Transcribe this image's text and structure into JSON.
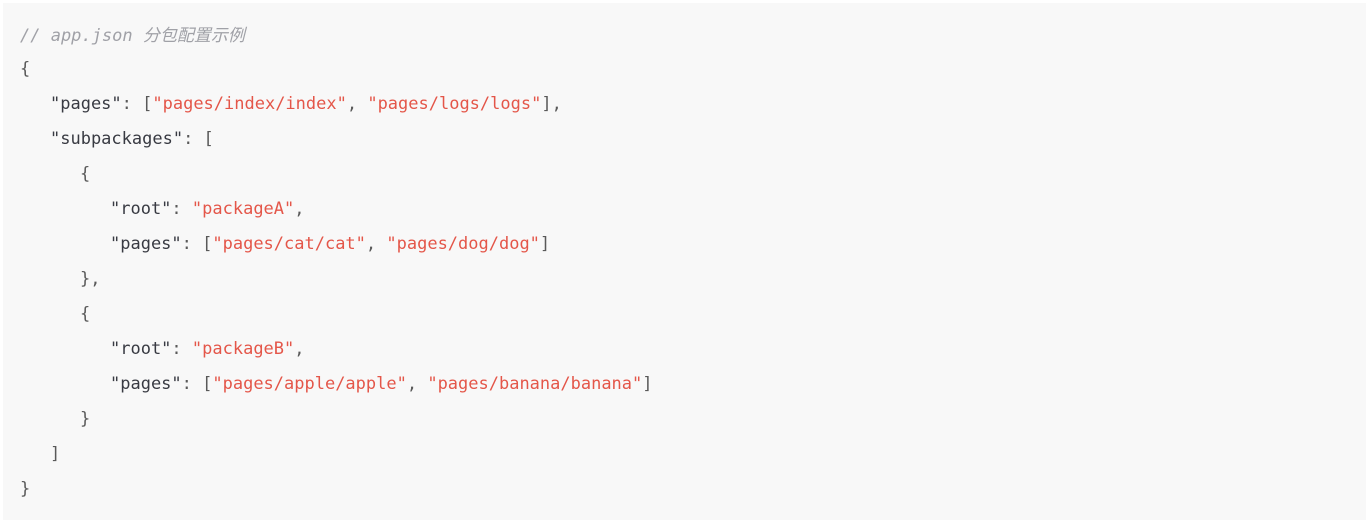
{
  "code": {
    "comment": "// app.json 分包配置示例",
    "open_brace": "{",
    "pages_key": "\"pages\"",
    "pages_values": [
      "\"pages/index/index\"",
      "\"pages/logs/logs\""
    ],
    "subpackages_key": "\"subpackages\"",
    "packages": [
      {
        "root_key": "\"root\"",
        "root_value": "\"packageA\"",
        "pages_key": "\"pages\"",
        "pages_values": [
          "\"pages/cat/cat\"",
          "\"pages/dog/dog\""
        ]
      },
      {
        "root_key": "\"root\"",
        "root_value": "\"packageB\"",
        "pages_key": "\"pages\"",
        "pages_values": [
          "\"pages/apple/apple\"",
          "\"pages/banana/banana\""
        ]
      }
    ],
    "close_brace": "}"
  },
  "colors": {
    "background": "#f8f8f8",
    "comment": "#a0a1a7",
    "string": "#e45649",
    "text": "#3a3a3a"
  }
}
